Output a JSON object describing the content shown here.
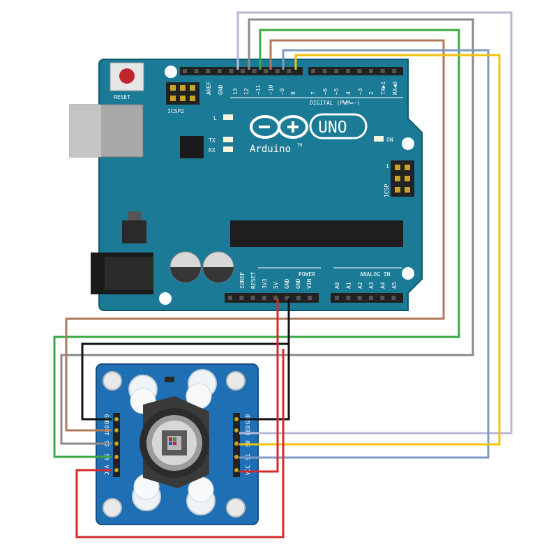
{
  "arduino": {
    "reset_label": "RESET",
    "icsp2_label": "ICSP2",
    "icsp_label": "ICSP",
    "icsp_pin1": "1",
    "led_l": "L",
    "led_tx": "TX",
    "led_rx": "RX",
    "led_on": "ON",
    "logo_text": "Arduino",
    "logo_tm": "TM",
    "uno_text": "UNO",
    "digital_label": "DIGITAL (PWM=~)",
    "power_label": "POWER",
    "analog_label": "ANALOG IN",
    "digital_pins": [
      "AREF",
      "GND",
      "13",
      "12",
      "~11",
      "~10",
      "~9",
      "8",
      "7",
      "~6",
      "~5",
      "4",
      "~3",
      "2",
      "TX▶1",
      "RX◀0"
    ],
    "power_pins": [
      "IOREF",
      "RESET",
      "3V3",
      "5V",
      "GND",
      "GND",
      "VIN"
    ],
    "analog_pins": [
      "A0",
      "A1",
      "A2",
      "A3",
      "A4",
      "A5"
    ]
  },
  "sensor": {
    "left_pins": [
      "GND",
      "OUT",
      "S2",
      "S3",
      "VCC"
    ],
    "right_pins": [
      "GND",
      "LED",
      "S0",
      "S1",
      "VCC"
    ]
  },
  "colors": {
    "board": "#1b7a96",
    "board_dark": "#0e5a70",
    "sensor_board": "#1f6fb5",
    "wire_gray_light": "#b9b6d6",
    "wire_gray": "#8a8a8a",
    "wire_green": "#3aa843",
    "wire_brown": "#b07a5a",
    "wire_blue": "#7f9bc4",
    "wire_yellow": "#f2c10d",
    "wire_black": "#111111",
    "wire_red": "#d42a2a"
  }
}
